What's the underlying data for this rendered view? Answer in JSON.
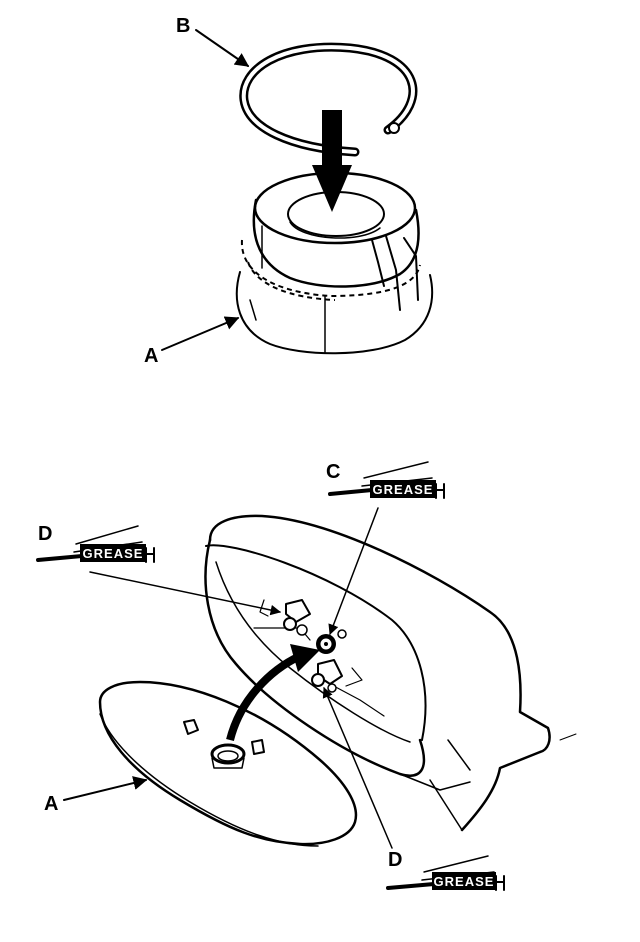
{
  "top_figure": {
    "callout_b": "B",
    "callout_a": "A"
  },
  "bottom_figure": {
    "callout_c": "C",
    "callout_d_left": "D",
    "callout_d_bottom": "D",
    "callout_a": "A",
    "grease_label_c": "GREASE",
    "grease_label_d_left": "GREASE",
    "grease_label_d_bottom": "GREASE"
  }
}
